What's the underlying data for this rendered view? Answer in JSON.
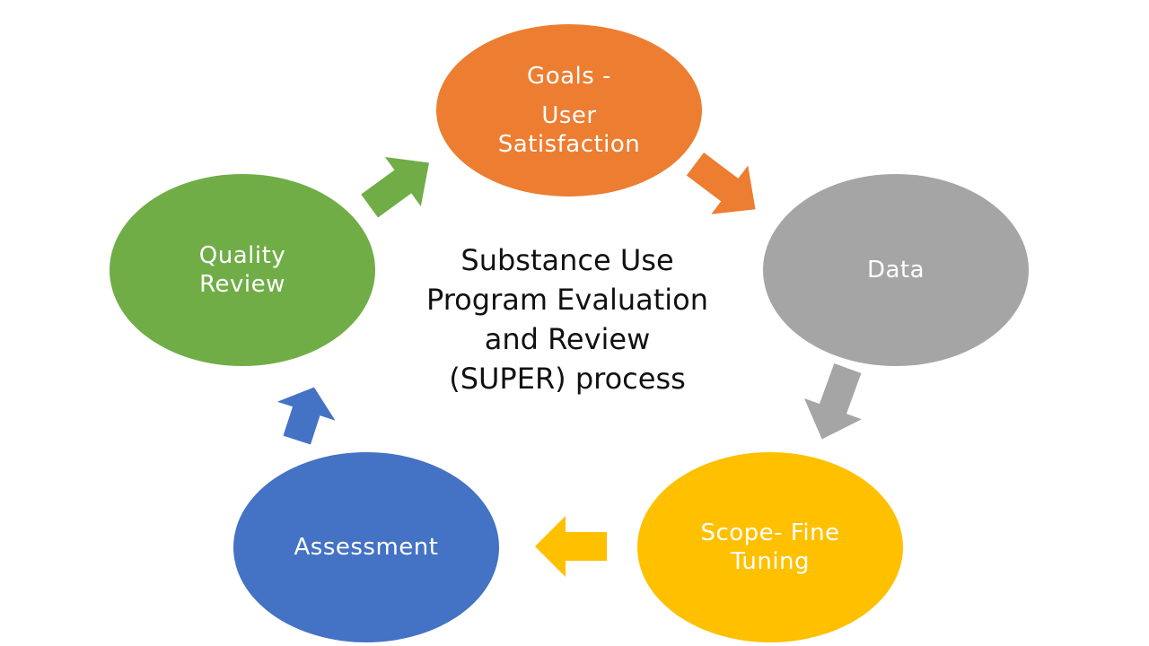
{
  "title": {
    "lines": [
      "Substance Use",
      "Program Evaluation",
      "and Review",
      "(SUPER) process"
    ]
  },
  "nodes": {
    "goals": {
      "lines": [
        "Goals  -",
        "User",
        "Satisfaction"
      ],
      "color": "#ED7D31"
    },
    "data": {
      "lines": [
        "Data"
      ],
      "color": "#A5A5A5"
    },
    "scope": {
      "lines": [
        "Scope- Fine",
        "Tuning"
      ],
      "color": "#FFC000"
    },
    "assess": {
      "lines": [
        "Assessment"
      ],
      "color": "#4472C4"
    },
    "quality": {
      "lines": [
        "Quality",
        "Review"
      ],
      "color": "#70AD47"
    }
  },
  "arrows": [
    {
      "from": "goals",
      "to": "data",
      "color": "#ED7D31"
    },
    {
      "from": "data",
      "to": "scope",
      "color": "#A5A5A5"
    },
    {
      "from": "scope",
      "to": "assess",
      "color": "#FFC000"
    },
    {
      "from": "assess",
      "to": "quality",
      "color": "#4472C4"
    },
    {
      "from": "quality",
      "to": "goals",
      "color": "#70AD47"
    }
  ]
}
